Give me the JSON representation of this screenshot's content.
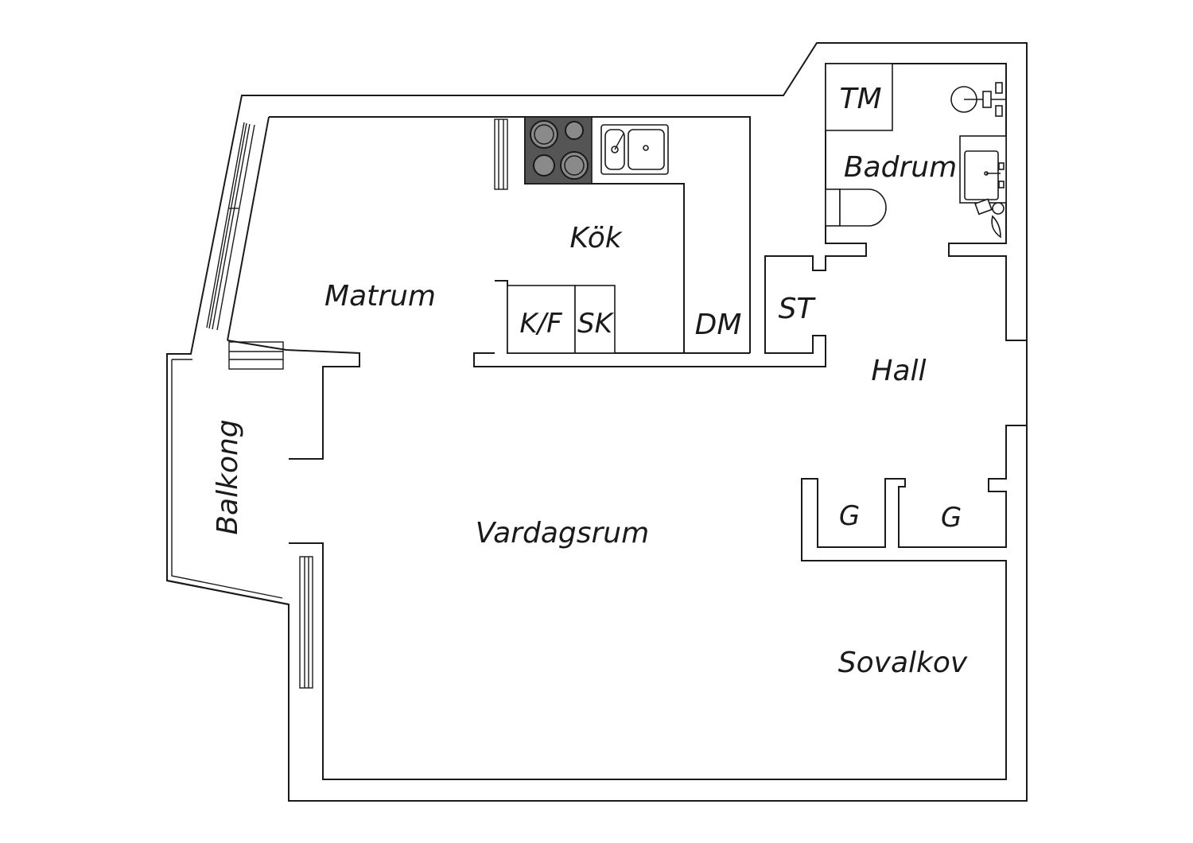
{
  "plan": {
    "colors": {
      "stroke": "#1a1a1a",
      "background": "#ffffff",
      "stove": "#555555",
      "burner": "#8a8a8a"
    },
    "rooms": {
      "matrum": "Matrum",
      "kok": "Kök",
      "badrum": "Badrum",
      "hall": "Hall",
      "vardagsrum": "Vardagsrum",
      "sovalkov": "Sovalkov",
      "balkong": "Balkong"
    },
    "fixtures": {
      "tm": "TM",
      "kf": "K/F",
      "sk": "SK",
      "dm": "DM",
      "st": "ST",
      "g1": "G",
      "g2": "G"
    }
  }
}
